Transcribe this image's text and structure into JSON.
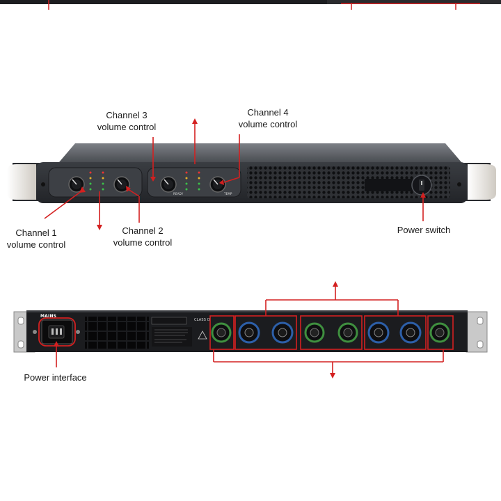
{
  "labels": {
    "ch3": [
      "Channel 3",
      "volume control"
    ],
    "ch4": [
      "Channel 4",
      "volume control"
    ],
    "ch1": [
      "Channel 1",
      "volume control"
    ],
    "ch2": [
      "Channel 2",
      "volume control"
    ],
    "power_switch": "Power switch",
    "power_interface": "Power interface"
  },
  "panel_text": {
    "mains": "MAINS",
    "class": "CLASS D",
    "ready": "READY",
    "temp": "TEMP"
  },
  "colors": {
    "callout": "#d42020",
    "chassis": "#2b2d30",
    "speakon_blue": "#2d5fa8",
    "xlr_green": "#3f8f3f",
    "handle": "#e9e6e0"
  }
}
